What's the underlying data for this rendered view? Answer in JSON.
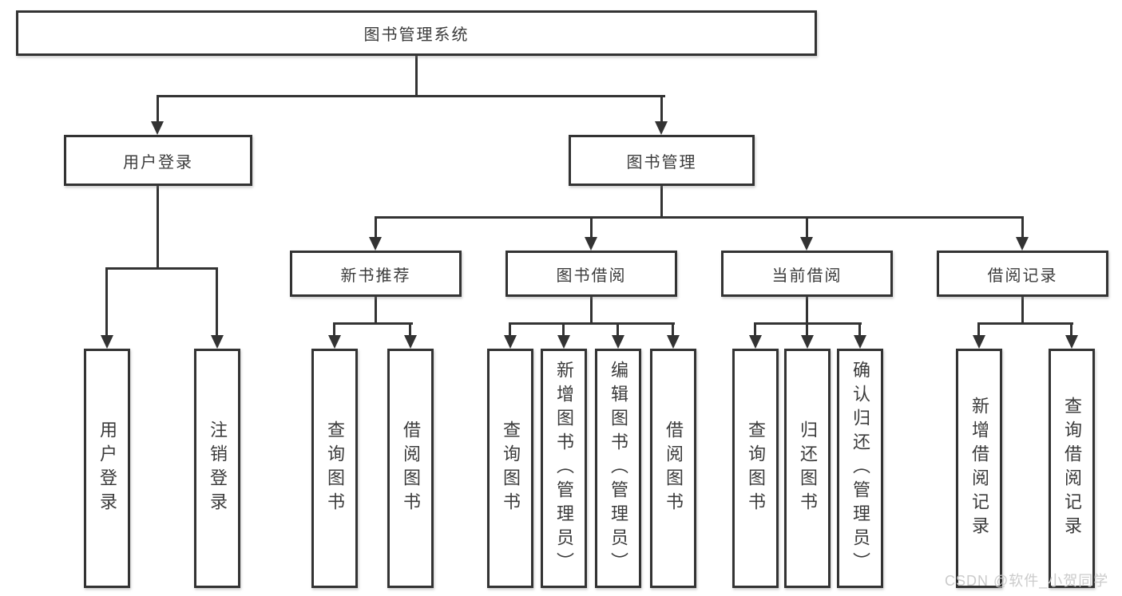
{
  "diagram": {
    "root": {
      "label": "图书管理系统"
    },
    "level2": [
      {
        "label": "用户登录"
      },
      {
        "label": "图书管理"
      }
    ],
    "level3": [
      {
        "label": "新书推荐",
        "parent": "图书管理"
      },
      {
        "label": "图书借阅",
        "parent": "图书管理"
      },
      {
        "label": "当前借阅",
        "parent": "图书管理"
      },
      {
        "label": "借阅记录",
        "parent": "图书管理"
      }
    ],
    "leaves": [
      {
        "label": "用户登录",
        "parent": "用户登录"
      },
      {
        "label": "注销登录",
        "parent": "用户登录"
      },
      {
        "label": "查询图书",
        "parent": "新书推荐"
      },
      {
        "label": "借阅图书",
        "parent": "新书推荐"
      },
      {
        "label": "查询图书",
        "parent": "图书借阅"
      },
      {
        "label": "新增图书（管理员）",
        "parent": "图书借阅"
      },
      {
        "label": "编辑图书（管理员）",
        "parent": "图书借阅"
      },
      {
        "label": "借阅图书",
        "parent": "图书借阅"
      },
      {
        "label": "查询图书",
        "parent": "当前借阅"
      },
      {
        "label": "归还图书",
        "parent": "当前借阅"
      },
      {
        "label": "确认归还（管理员）",
        "parent": "当前借阅"
      },
      {
        "label": "新增借阅记录",
        "parent": "借阅记录"
      },
      {
        "label": "查询借阅记录",
        "parent": "借阅记录"
      }
    ],
    "watermark": "CSDN @软件_小贺同学",
    "colors": {
      "line": "#333333",
      "box_border": "#333333",
      "box_fill": "#ffffff",
      "text": "#3b3b3b",
      "watermark": "#cbcbcb",
      "background": "#ffffff"
    }
  }
}
